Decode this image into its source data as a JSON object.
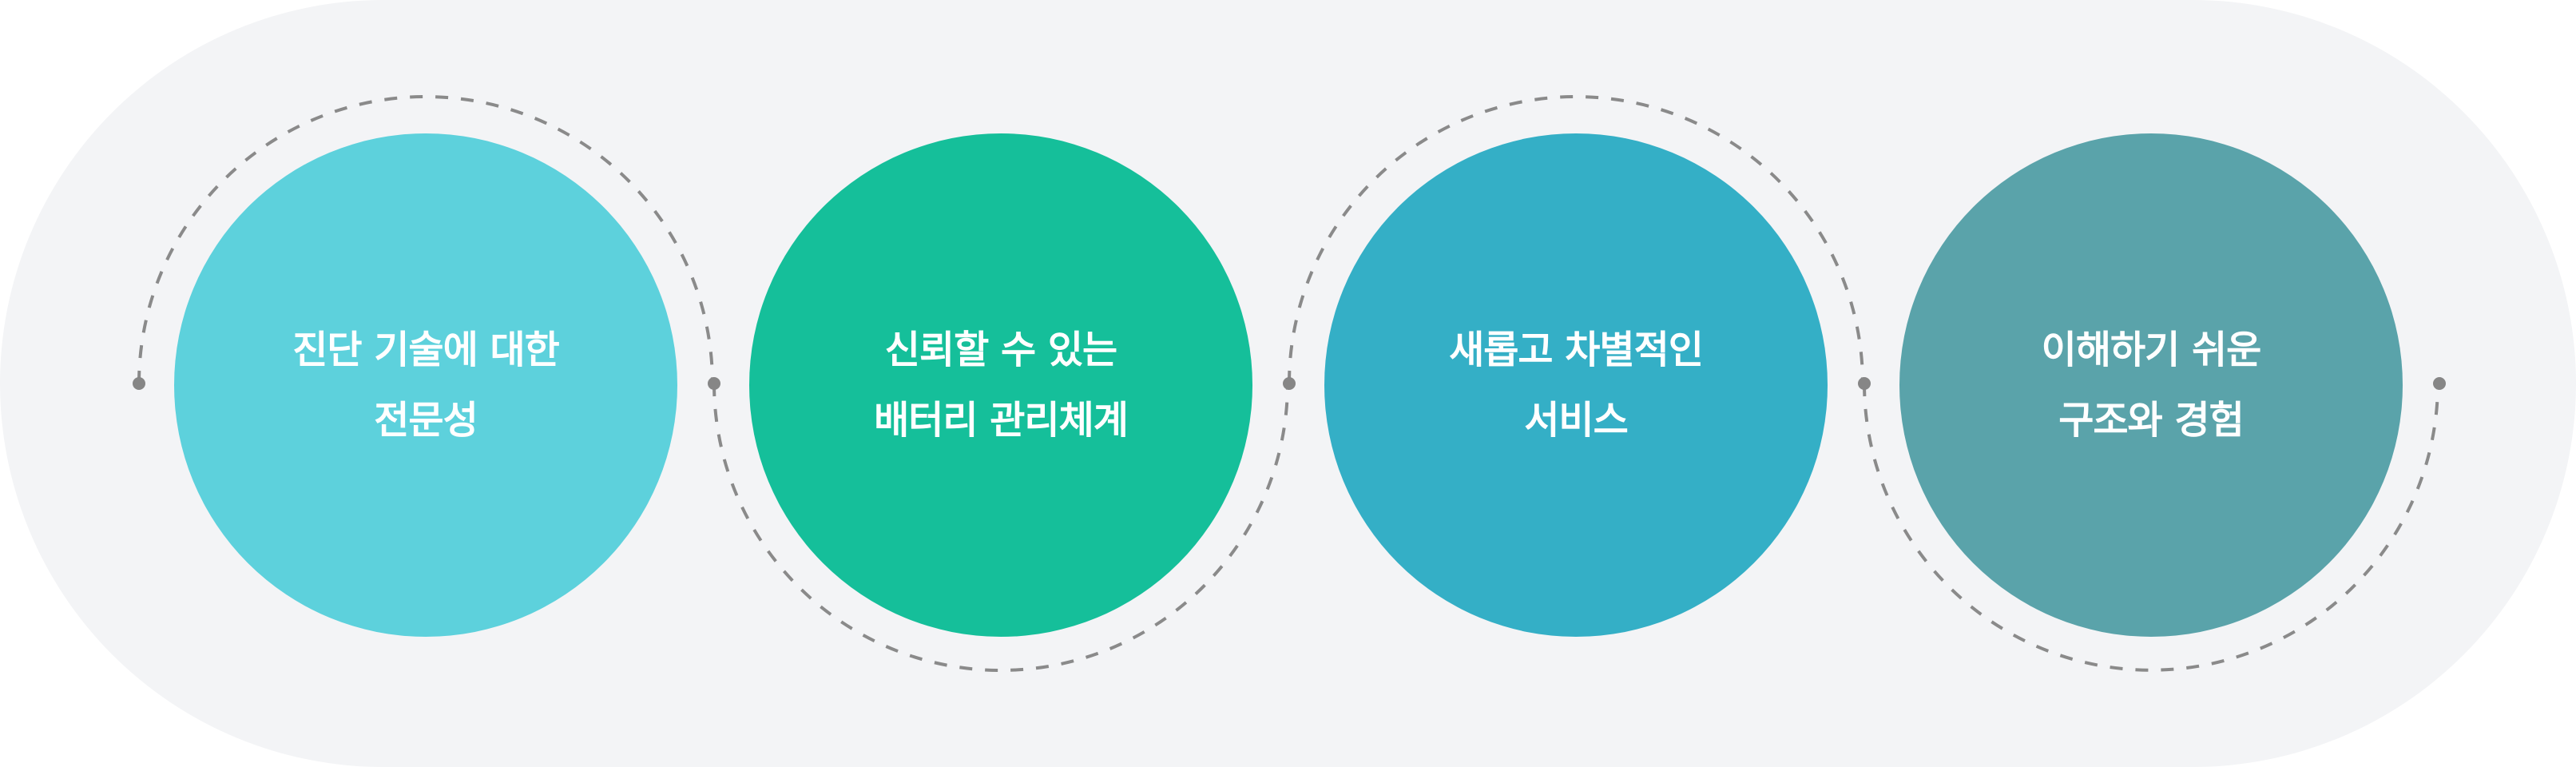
{
  "diagram": {
    "type": "process-flow",
    "background_color": "#f3f4f6",
    "connector": {
      "style": "dashed",
      "color": "#8a8a8a",
      "node_color": "#868686"
    },
    "steps": [
      {
        "line1": "진단 기술에 대한",
        "line2": "전문성",
        "color": "#5dd1dc"
      },
      {
        "line1": "신뢰할 수 있는",
        "line2": "배터리 관리체계",
        "color": "#15bf9a"
      },
      {
        "line1": "새롭고 차별적인",
        "line2": "서비스",
        "color": "#34afc6"
      },
      {
        "line1": "이해하기 쉬운",
        "line2": "구조와 경험",
        "color": "#5aa3aa"
      }
    ]
  }
}
